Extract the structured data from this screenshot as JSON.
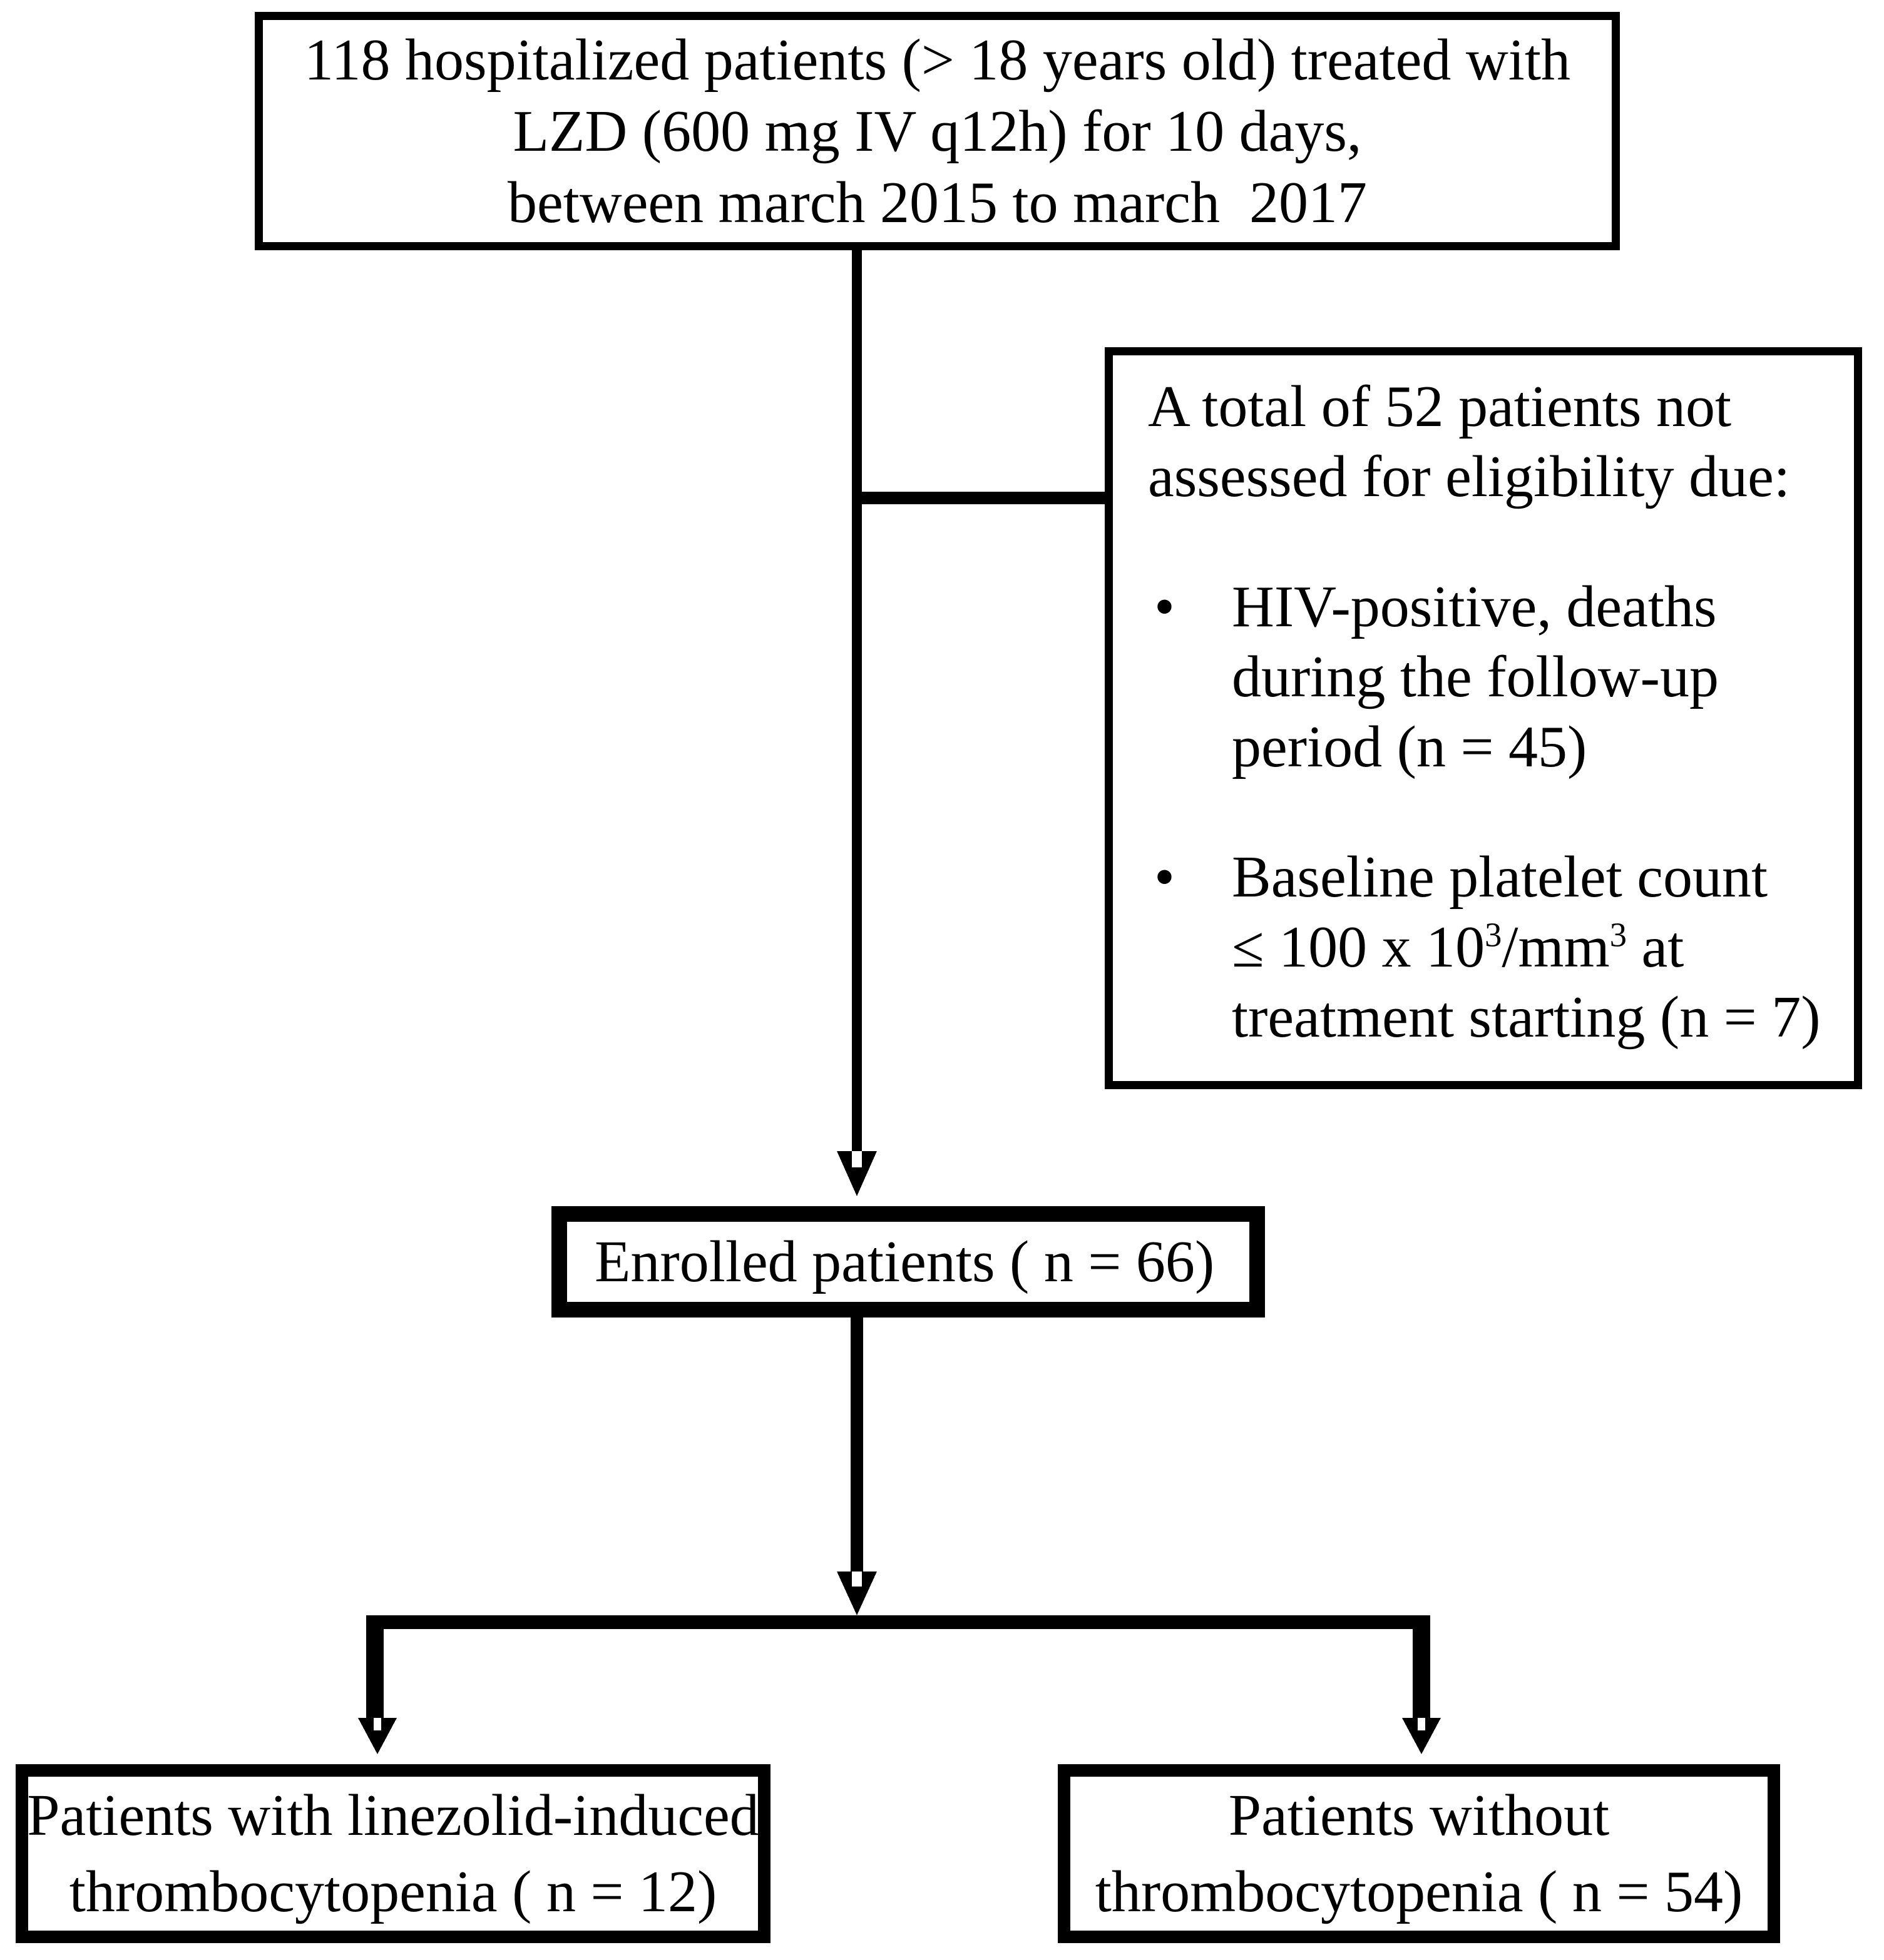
{
  "diagram": {
    "background_color": "#ffffff",
    "ink_color": "#000000",
    "initial_box": {
      "lines": [
        "118 hospitalized patients (> 18 years old) treated with",
        "LZD (600 mg IV q12h) for 10 days,",
        "between march 2015 to march  2017"
      ]
    },
    "exclusion_box": {
      "intro_lines": [
        "A total of 52 patients not",
        "assessed for eligibility due:"
      ],
      "bullet_char": "•",
      "bullet1_lines": [
        "HIV-positive, deaths",
        "during the follow-up",
        "period (n = 45)"
      ],
      "bullet2_line1": "Baseline platelet count",
      "bullet2_math": {
        "s1": "≤ 100 x 10",
        "sup1": "3",
        "s2": "/mm",
        "sup2": "3",
        "s3": " at"
      },
      "bullet2_line3": "treatment starting (n = 7)"
    },
    "enrolled_box": {
      "label": "Enrolled patients ( n = 66)"
    },
    "with_thrombocytopenia_box": {
      "lines": [
        "Patients with linezolid-induced",
        "thrombocytopenia ( n = 12)"
      ]
    },
    "without_thrombocytopenia_box": {
      "lines": [
        "Patients without",
        "thrombocytopenia ( n = 54)"
      ]
    }
  }
}
